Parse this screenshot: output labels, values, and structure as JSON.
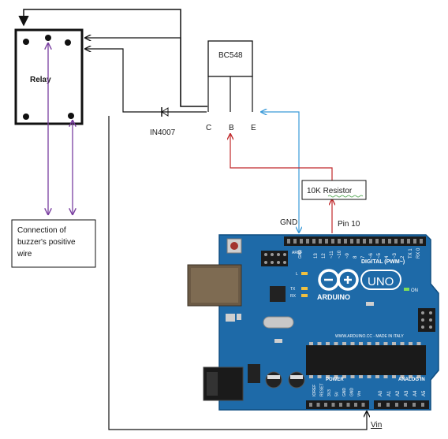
{
  "relay": {
    "label": "Relay"
  },
  "transistor": {
    "label": "BC548",
    "pin_c": "C",
    "pin_b": "B",
    "pin_e": "E"
  },
  "diode": {
    "label": "IN4007"
  },
  "resistor": {
    "label": "10K Resistor"
  },
  "buzzer_note": {
    "line1": "Connection  of",
    "line2": "buzzer's positive",
    "line3": "wire"
  },
  "labels": {
    "gnd": "GND",
    "pin10": "Pin 10",
    "vin": "Vin"
  },
  "arduino": {
    "logo_text": "ARDUINO",
    "model": "UNO",
    "digital_header": "DIGITAL (PWM~)",
    "website": "WWW.ARDUINO.CC - MADE IN ITALY",
    "power_header": "POWER",
    "analog_header": "ANALOG IN",
    "on_label": "ON",
    "tx": "TX",
    "rx": "RX",
    "l_label": "L",
    "aref": "AREF",
    "gnd_pin": "GND",
    "digital_pins": [
      "13",
      "12",
      "~11",
      "~10",
      "~9",
      "8",
      "7",
      "~6",
      "~5",
      "4",
      "~3",
      "2",
      "TX 1",
      "RX 0"
    ],
    "power_pins": [
      "IOREF",
      "RESET",
      "3V3",
      "5V",
      "GND",
      "GND",
      "Vin"
    ],
    "analog_pins": [
      "A0",
      "A1",
      "A2",
      "A3",
      "A4",
      "A5"
    ]
  },
  "colors": {
    "wire_black": "#111111",
    "wire_purple": "#7a3fa0",
    "wire_red": "#c0282a",
    "wire_blue": "#3a9ad8",
    "board_blue": "#1e6aa8",
    "board_dark": "#14507f"
  }
}
